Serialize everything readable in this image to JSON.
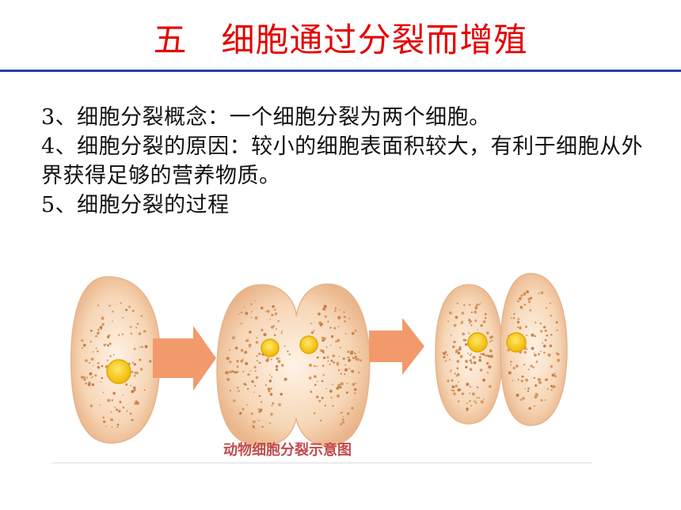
{
  "title": "五   细胞通过分裂而增殖",
  "points": [
    "3、细胞分裂概念：一个细胞分裂为两个细胞。",
    "4、细胞分裂的原因：较小的细胞表面积较大，有利于细胞从外界获得足够的营养物质。",
    "5、细胞分裂的过程"
  ],
  "figure": {
    "caption": "动物细胞分裂示意图",
    "cell_color": "#f2c9a0",
    "nucleus_color": "#f2c400",
    "arrow_color": "#f29a6c"
  }
}
